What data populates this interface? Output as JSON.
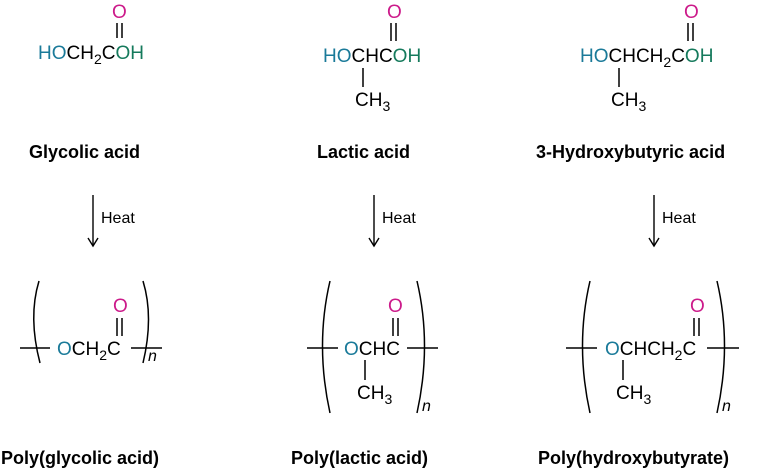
{
  "colors": {
    "hydroxyl_oxygen": "#1a7a99",
    "acid_oh": "#157a5c",
    "carbonyl_oxygen": "#cc1a8a",
    "text": "#000000"
  },
  "columns": [
    {
      "monomer": {
        "carbonyl_o": "O",
        "ho": "HO",
        "backbone_pre": "CH",
        "backbone_sub": "2",
        "backbone_c": "C",
        "oh": "OH",
        "name": "Glycolic acid"
      },
      "arrow_label": "Heat",
      "polymer": {
        "carbonyl_o": "O",
        "o": "O",
        "backbone_pre": "CH",
        "backbone_sub": "2",
        "backbone_c": "C",
        "repeat": "n",
        "name": "Poly(glycolic acid)"
      }
    },
    {
      "monomer": {
        "carbonyl_o": "O",
        "ho": "HO",
        "backbone": "CHC",
        "oh": "OH",
        "branch_pre": "CH",
        "branch_sub": "3",
        "name": "Lactic acid"
      },
      "arrow_label": "Heat",
      "polymer": {
        "carbonyl_o": "O",
        "o": "O",
        "backbone": "CHC",
        "branch_pre": "CH",
        "branch_sub": "3",
        "repeat": "n",
        "name": "Poly(lactic acid)"
      }
    },
    {
      "monomer": {
        "carbonyl_o": "O",
        "ho": "HO",
        "backbone_pre": "CHCH",
        "backbone_sub": "2",
        "backbone_c": "C",
        "oh": "OH",
        "branch_pre": "CH",
        "branch_sub": "3",
        "name": "3-Hydroxybutyric acid"
      },
      "arrow_label": "Heat",
      "polymer": {
        "carbonyl_o": "O",
        "o": "O",
        "backbone_pre": "CHCH",
        "backbone_sub": "2",
        "backbone_c": "C",
        "branch_pre": "CH",
        "branch_sub": "3",
        "repeat": "n",
        "name": "Poly(hydroxybutyrate)"
      }
    }
  ]
}
